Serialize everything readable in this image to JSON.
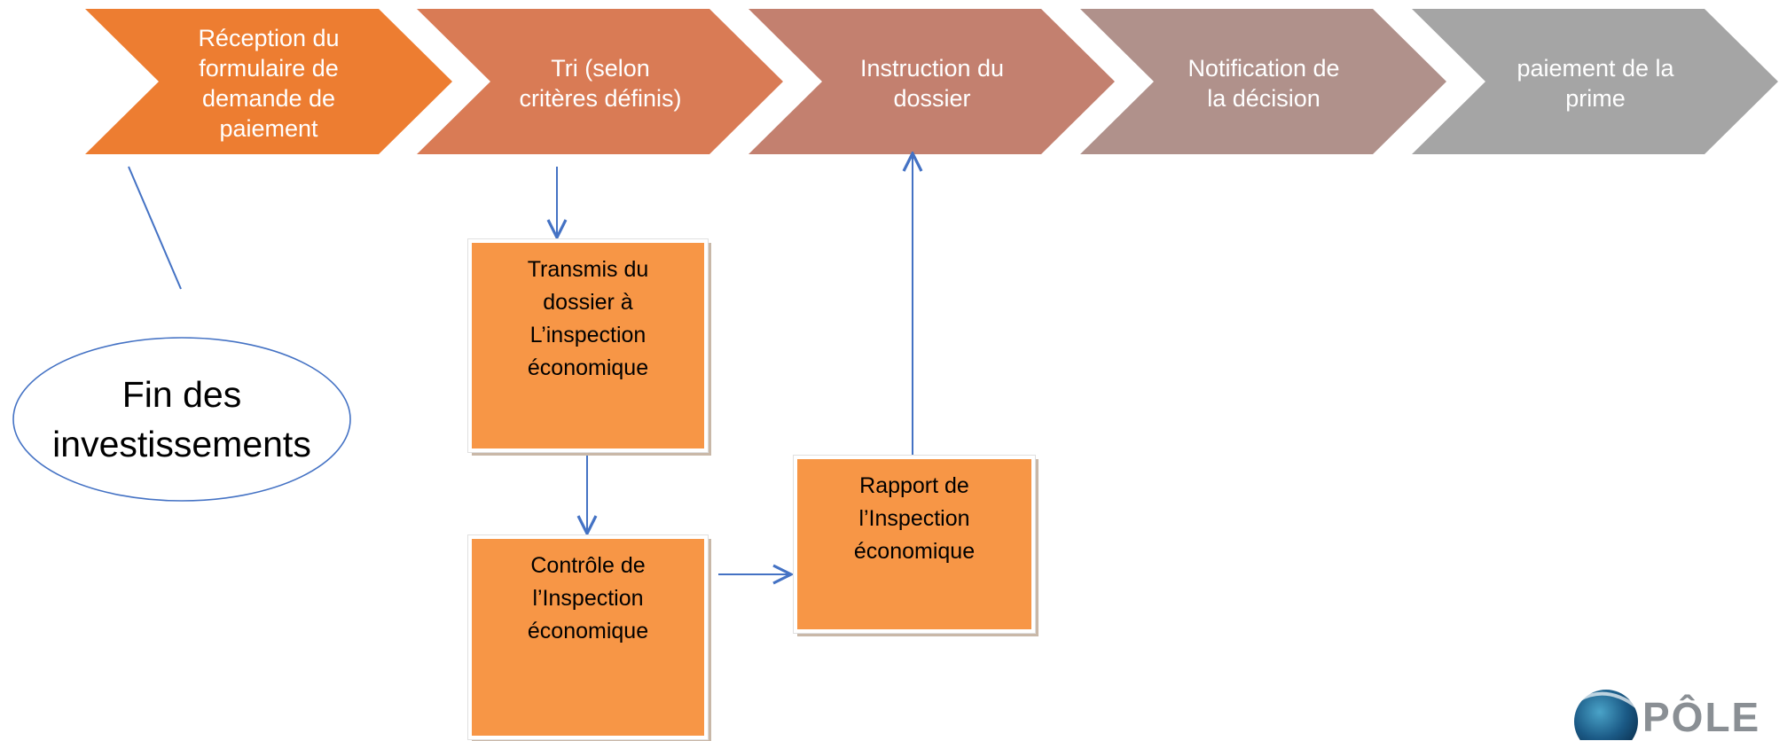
{
  "process": {
    "steps": [
      {
        "label": "Réception du\nformulaire de\ndemande de\npaiement",
        "color": "#ed7d31"
      },
      {
        "label": "Tri (selon\ncritères définis)",
        "color": "#d97b55"
      },
      {
        "label": "Instruction du\ndossier",
        "color": "#c3806f"
      },
      {
        "label": "Notification de\nla décision",
        "color": "#b0918b"
      },
      {
        "label": "paiement de la\nprime",
        "color": "#a5a5a5"
      }
    ]
  },
  "boxes": {
    "transmis": "Transmis du\ndossier à\nL’inspection\néconomique",
    "controle": "Contrôle de\nl’Inspection\néconomique",
    "rapport": "Rapport de\nl’Inspection\néconomique"
  },
  "ellipse": {
    "label": "Fin des\ninvestissements"
  },
  "logo": {
    "text": "PÔLE"
  },
  "colors": {
    "connector": "#4472c4",
    "box_fill": "#f79646"
  }
}
